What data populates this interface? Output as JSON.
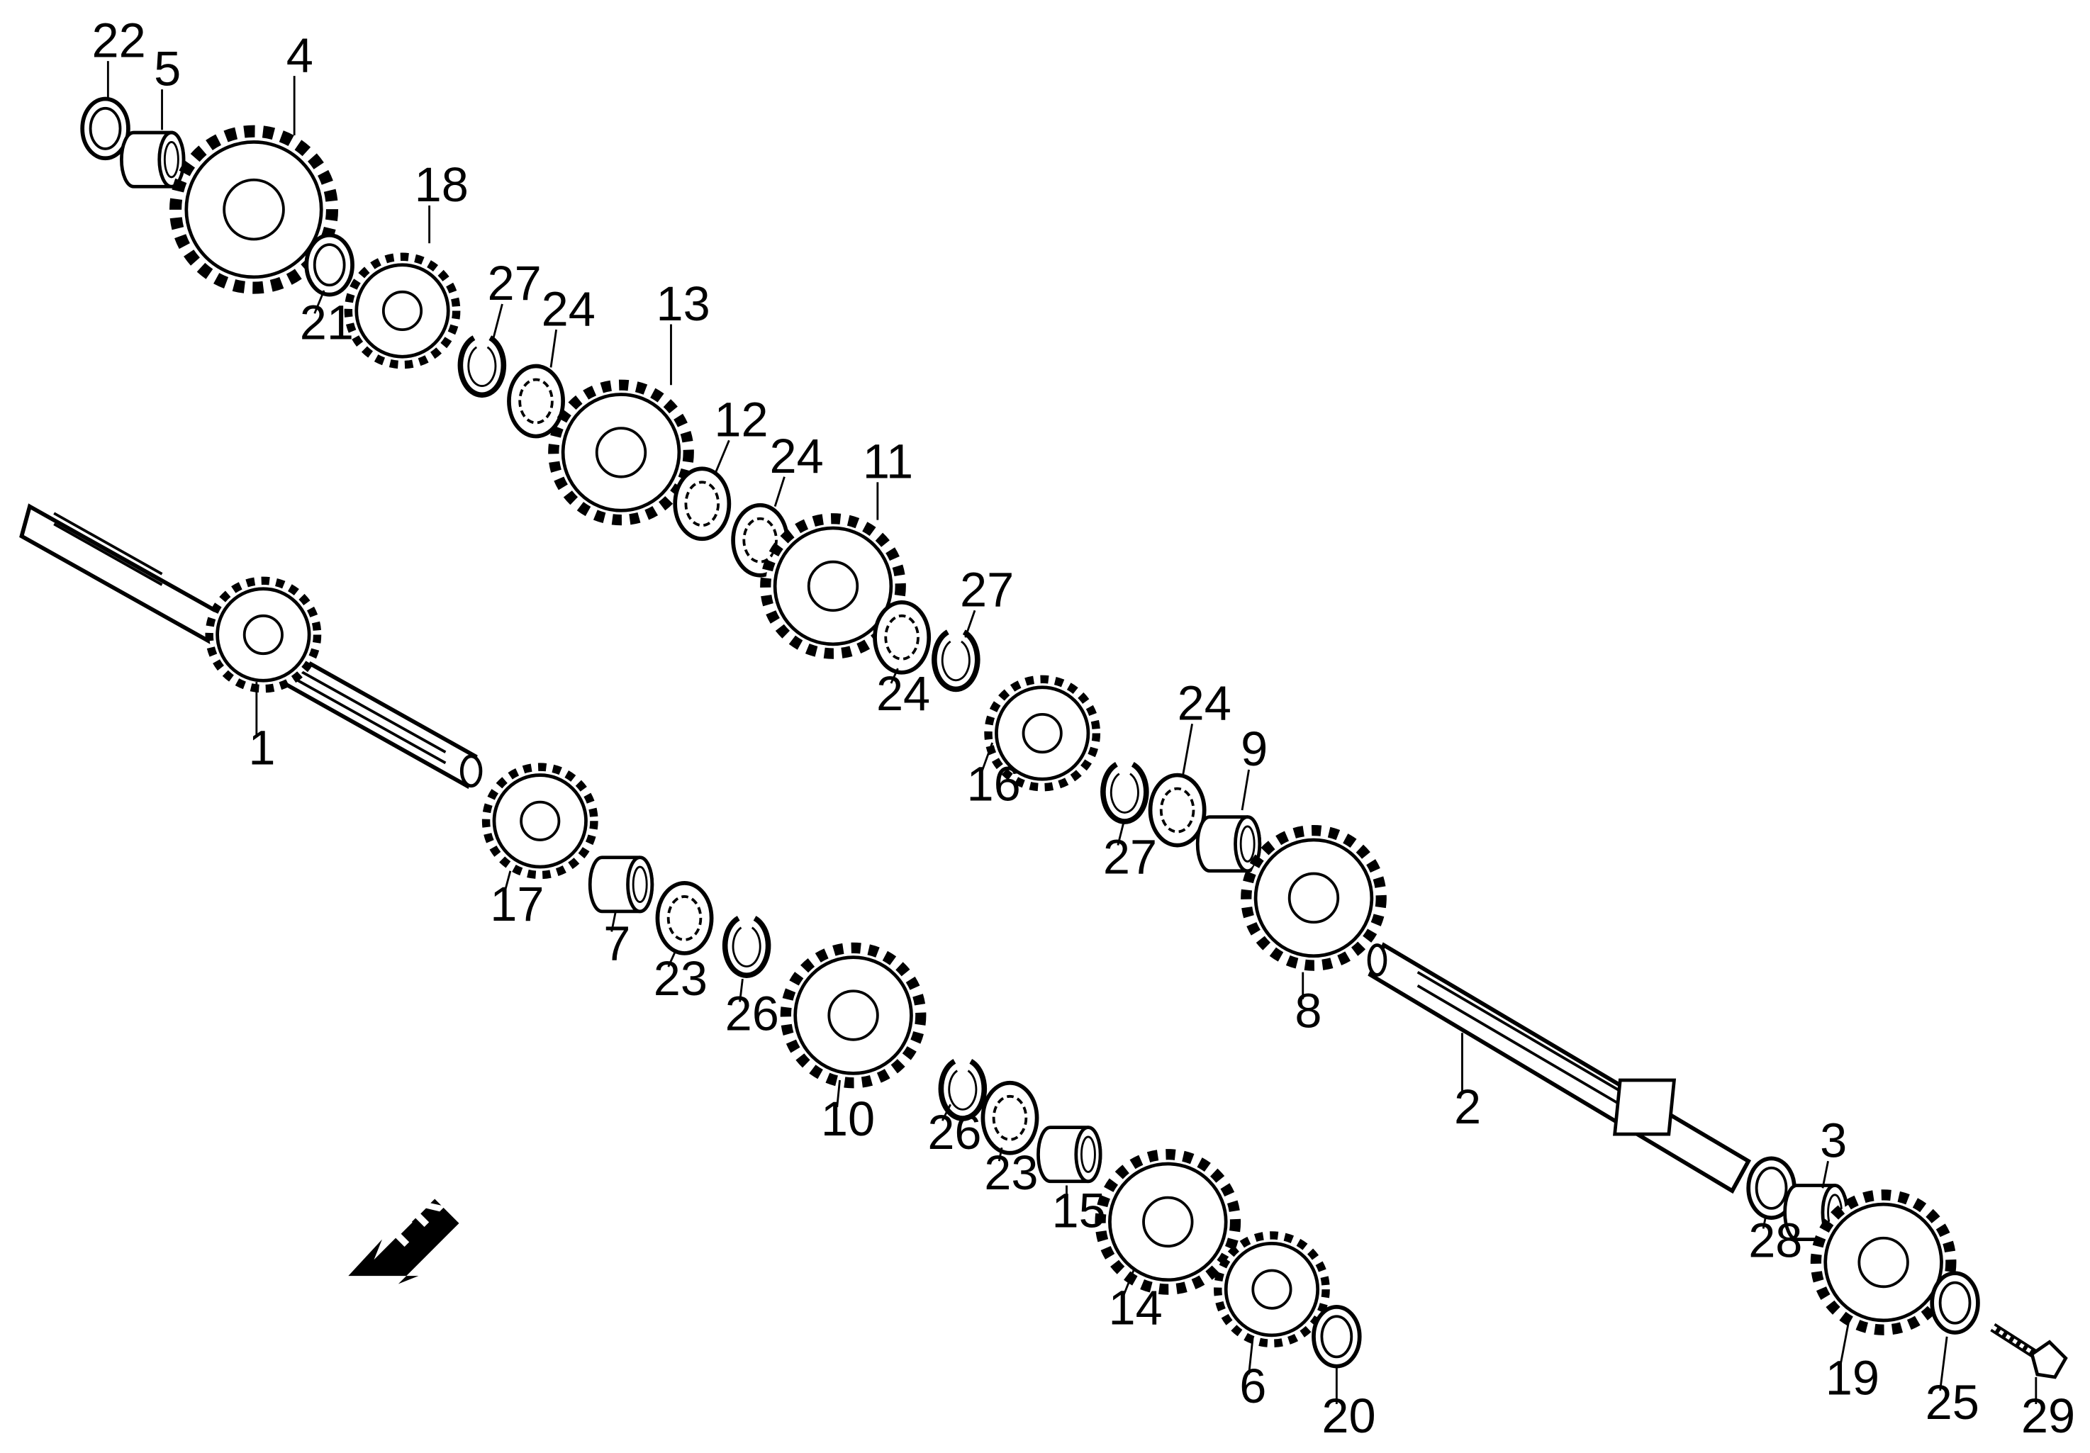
{
  "diagram": {
    "direction_marker": "FR.",
    "callouts": [
      "22",
      "5",
      "4",
      "18",
      "27",
      "24",
      "21",
      "13",
      "12",
      "24",
      "11",
      "27",
      "24",
      "1",
      "16",
      "24",
      "9",
      "17",
      "27",
      "7",
      "23",
      "26",
      "8",
      "10",
      "26",
      "23",
      "2",
      "15",
      "14",
      "3",
      "6",
      "28",
      "19",
      "20",
      "25",
      "29"
    ]
  },
  "colors": {
    "ink": "#000000",
    "paper": "#ffffff"
  }
}
